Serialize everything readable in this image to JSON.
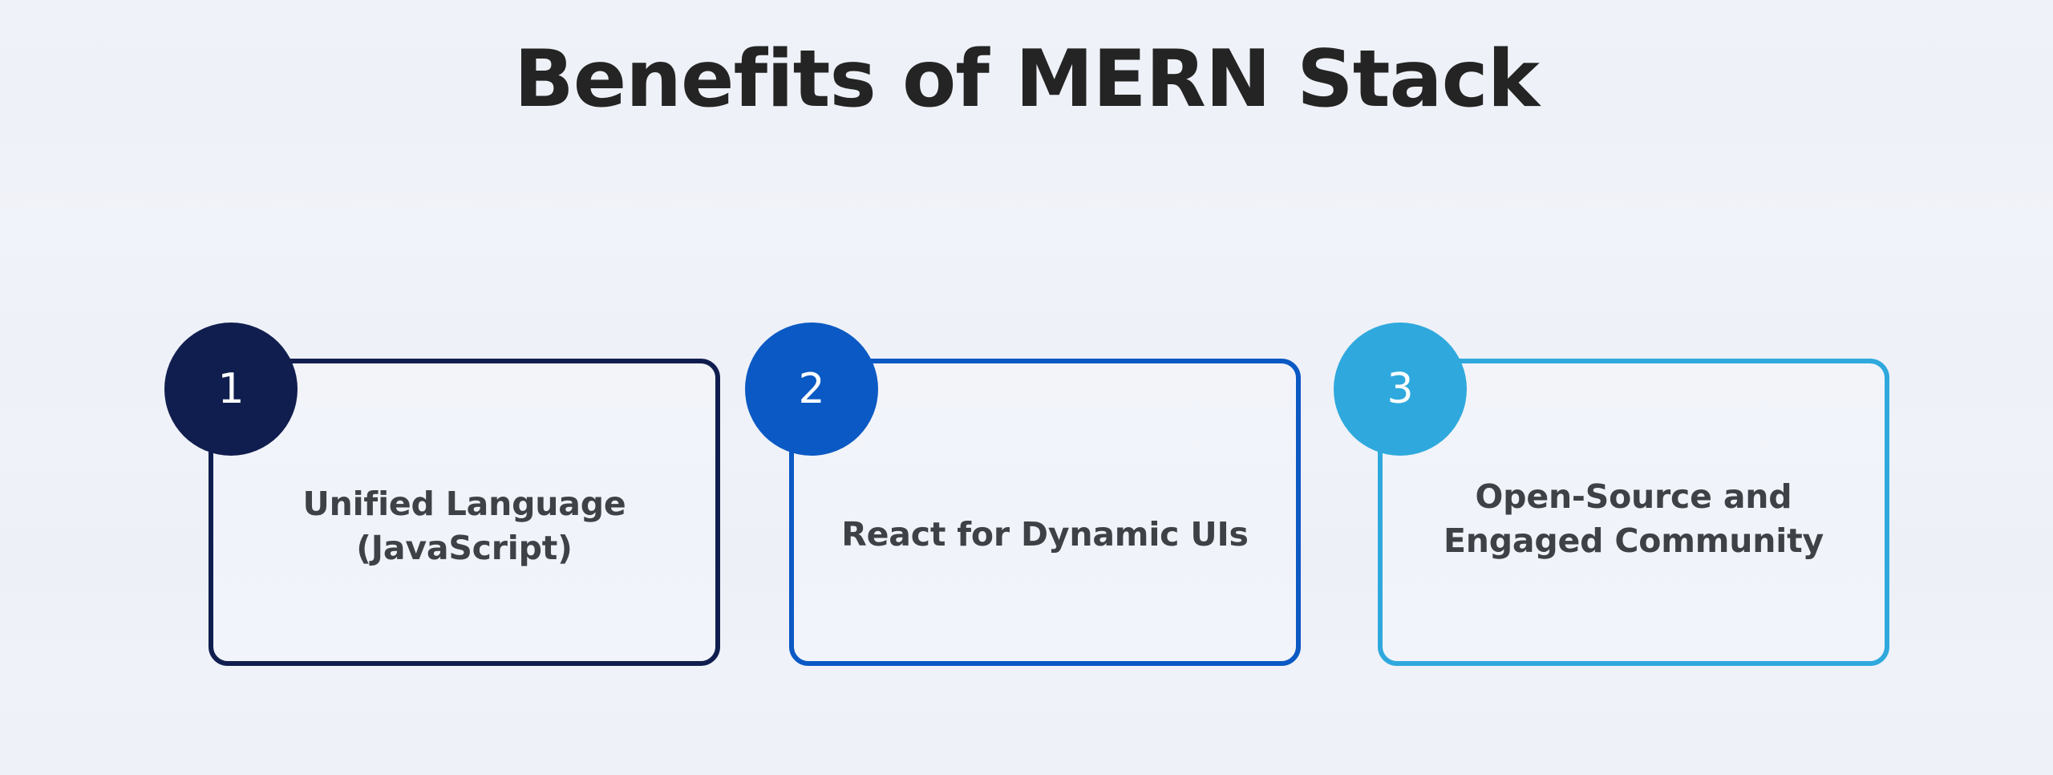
{
  "slide": {
    "title": "Benefits of MERN Stack",
    "background_color": "#eff2f8",
    "title_color": "#242424",
    "card_fill_color": "#f1f4fa",
    "card_text_color": "#3e4145"
  },
  "cards": [
    {
      "number": "1",
      "label": "Unified Language (JavaScript)",
      "accent_color": "#101e4f",
      "number_text_color": "#ffffff"
    },
    {
      "number": "2",
      "label": "React for Dynamic UIs",
      "accent_color": "#0b59c4",
      "number_text_color": "#ffffff"
    },
    {
      "number": "3",
      "label": "Open-Source and Engaged Community",
      "accent_color": "#2fa9dd",
      "number_text_color": "#ffffff"
    }
  ]
}
